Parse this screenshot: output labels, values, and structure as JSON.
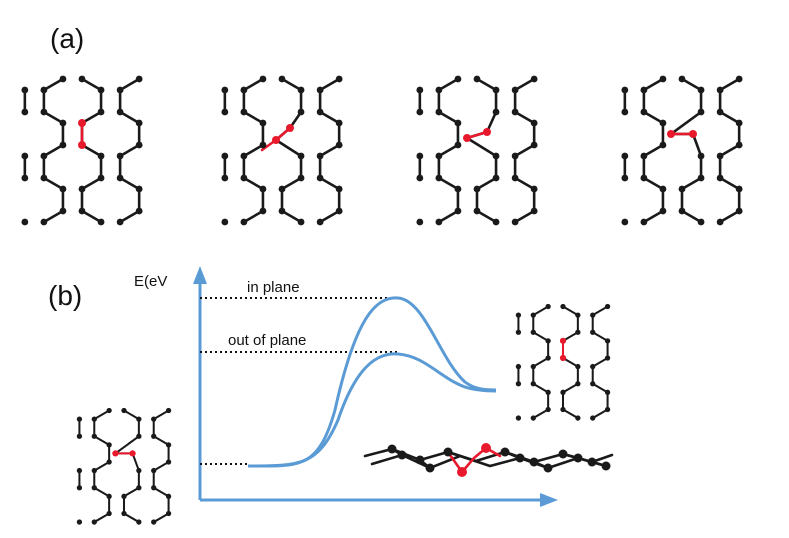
{
  "panel_a": {
    "label": "(a)"
  },
  "panel_b": {
    "label": "(b)",
    "y_axis_label": "E(eV",
    "curve_in_plane_label": "in plane",
    "curve_out_of_plane_label": "out of plane"
  },
  "colors": {
    "bond": "#1a1a1a",
    "defect": "#e8192c",
    "curve": "#5b9bd5"
  }
}
